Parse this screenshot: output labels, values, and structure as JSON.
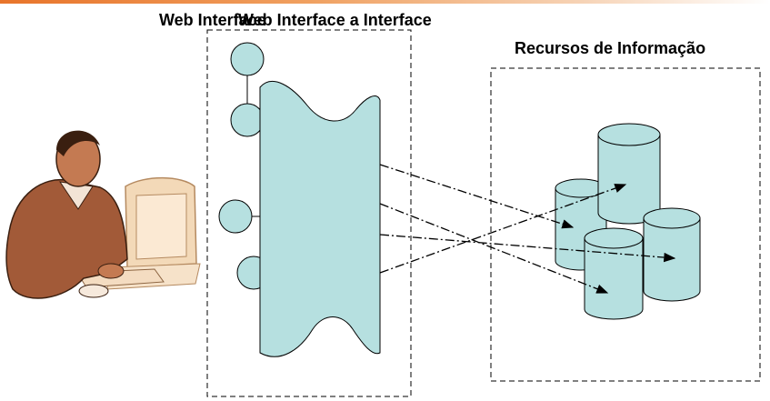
{
  "diagram": {
    "title_overlap_a": "Web Interface",
    "title_overlap_b": "Web Interface a Interface",
    "resources_title": "Recursos de Informação"
  },
  "colors": {
    "accent_bar": "#e8742a",
    "shape_fill": "#b6e0e0",
    "stroke": "#000000",
    "person_skin": "#a0522d"
  },
  "icons": {
    "user": "person-at-computer-icon",
    "database": "database-cylinder-icon"
  }
}
